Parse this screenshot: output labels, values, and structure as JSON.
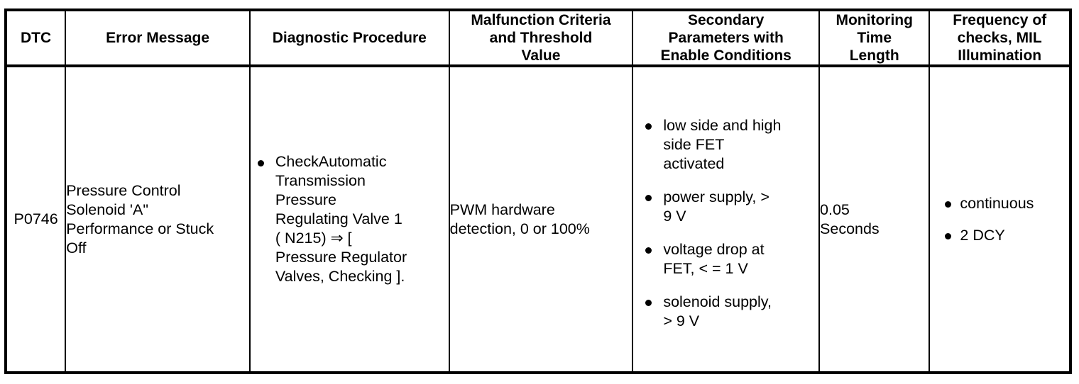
{
  "table": {
    "headers": [
      "DTC",
      "Error Message",
      "Diagnostic Procedure",
      [
        "Malfunction Criteria",
        "and Threshold",
        "Value"
      ],
      [
        "Secondary",
        "Parameters with",
        "Enable Conditions"
      ],
      [
        "Monitoring",
        "Time",
        "Length"
      ],
      [
        "Frequency of",
        "checks, MIL",
        "Illumination"
      ]
    ],
    "rows": [
      {
        "dtc": "P0746",
        "error_message": [
          "Pressure Control",
          "Solenoid 'A\"",
          "Performance or Stuck",
          "Off"
        ],
        "diagnostic_procedure": [
          {
            "lines": [
              "CheckAutomatic",
              "Transmission",
              "Pressure",
              "Regulating Valve 1",
              "( N215) ⇒ [",
              "Pressure Regulator",
              "Valves, Checking ]."
            ]
          }
        ],
        "malfunction_criteria": [
          "PWM hardware",
          "detection, 0 or 100%"
        ],
        "secondary_parameters": [
          {
            "lines": [
              "low side and high",
              "side FET",
              "activated"
            ]
          },
          {
            "lines": [
              "power supply, >",
              "9 V"
            ]
          },
          {
            "lines": [
              "voltage drop at",
              "FET, < = 1 V"
            ]
          },
          {
            "lines": [
              "solenoid supply,",
              "> 9 V"
            ]
          }
        ],
        "monitoring_time": [
          "0.05",
          "Seconds"
        ],
        "frequency": [
          {
            "lines": [
              "continuous"
            ]
          },
          {
            "lines": [
              "2 DCY"
            ]
          }
        ]
      }
    ]
  }
}
